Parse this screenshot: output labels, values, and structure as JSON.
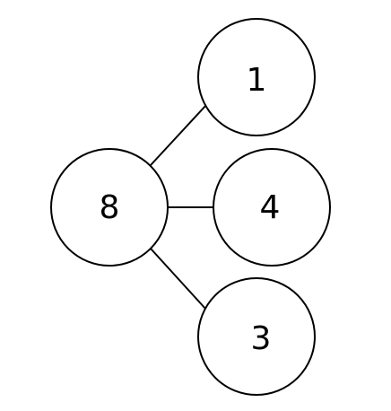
{
  "diagram": {
    "type": "number-bond",
    "root": {
      "label": "8"
    },
    "children": [
      {
        "label": "1"
      },
      {
        "label": "4"
      },
      {
        "label": "3"
      }
    ],
    "colors": {
      "stroke": "#000000",
      "fill": "#ffffff",
      "text": "#000000"
    }
  }
}
